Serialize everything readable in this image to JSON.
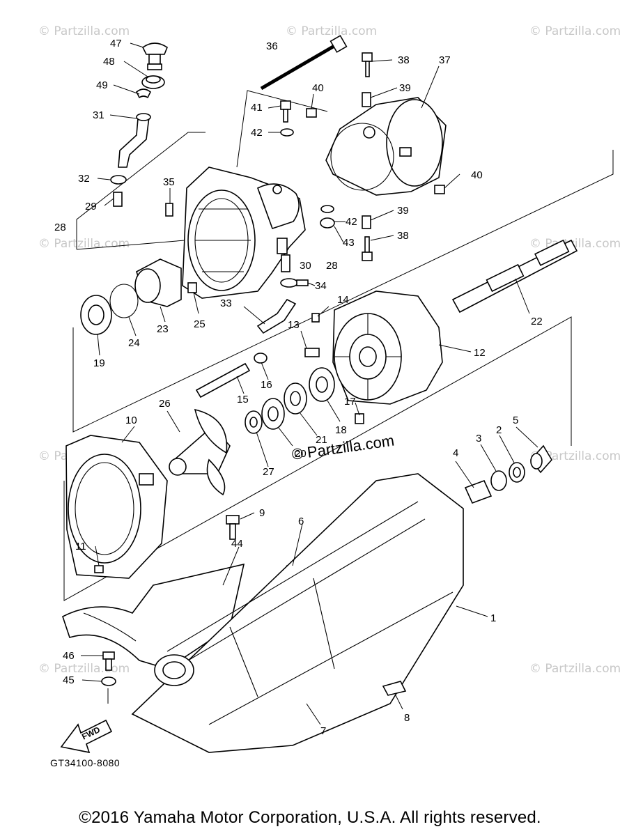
{
  "watermark": "© Partzilla.com",
  "watermark_center": "© Partzilla.com",
  "fwd_label": "FWD",
  "drawing_code": "GT34100-8080",
  "copyright": "©2016 Yamaha Motor Corporation, U.S.A. All rights reserved.",
  "callouts": [
    "1",
    "2",
    "3",
    "4",
    "5",
    "6",
    "7",
    "8",
    "9",
    "10",
    "11",
    "12",
    "13",
    "14",
    "15",
    "16",
    "17",
    "18",
    "19",
    "20",
    "21",
    "22",
    "23",
    "24",
    "25",
    "26",
    "27",
    "28",
    "29",
    "30",
    "31",
    "32",
    "33",
    "34",
    "35",
    "36",
    "37",
    "38",
    "39",
    "40",
    "41",
    "42",
    "43",
    "44",
    "45",
    "46",
    "47",
    "48",
    "49"
  ]
}
